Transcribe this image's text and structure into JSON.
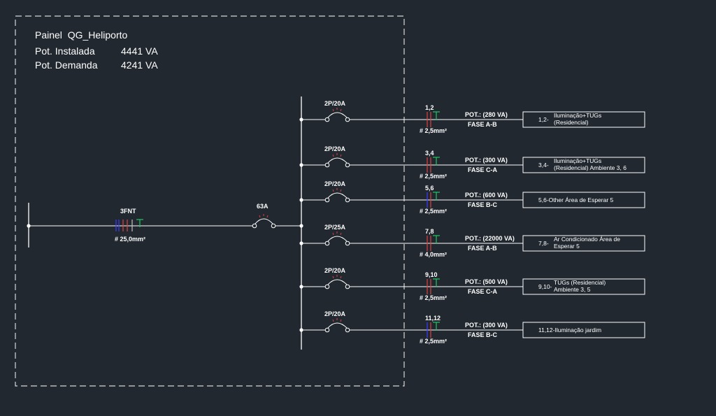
{
  "panel": {
    "name_label": "Painel",
    "name": "QG_Heliporto",
    "installed_label": "Pot. Instalada",
    "installed_value": "4441 VA",
    "demand_label": "Pot. Demanda",
    "demand_value": "4241 VA"
  },
  "feeder": {
    "conductor_label": "3FNT",
    "section": "# 25,0mm²",
    "main_breaker": "63A"
  },
  "colors": {
    "background": "#212830",
    "line": "#ffffff",
    "phase_a": "#3b3bff",
    "phase_b": "#e04040",
    "neutral": "#c0c0c0",
    "ground": "#22c55e"
  },
  "circuits": [
    {
      "breaker": "2P/20A",
      "circuit": "1,2",
      "section": "# 2,5mm²",
      "power": "POT.: (280 VA)",
      "phase": "FASE A-B",
      "desc_num": "1,2-",
      "desc": [
        "Iluminação+TUGs",
        "(Residencial)"
      ]
    },
    {
      "breaker": "2P/20A",
      "circuit": "3,4",
      "section": "# 2,5mm²",
      "power": "POT.: (300 VA)",
      "phase": "FASE C-A",
      "desc_num": "3,4-",
      "desc": [
        "Iluminação+TUGs",
        "(Residencial) Ambiente 3, 6"
      ]
    },
    {
      "breaker": "2P/20A",
      "circuit": "5,6",
      "section": "# 2,5mm²",
      "power": "POT.: (600 VA)",
      "phase": "FASE B-C",
      "desc_num": "5,6-",
      "desc": [
        "Other Área de Esperar 5"
      ]
    },
    {
      "breaker": "2P/25A",
      "circuit": "7,8",
      "section": "# 4,0mm²",
      "power": "POT.: (22000 VA)",
      "phase": "FASE A-B",
      "desc_num": "7,8-",
      "desc": [
        "Ar Condicionado Área de",
        "Esperar 5"
      ]
    },
    {
      "breaker": "2P/20A",
      "circuit": "9,10",
      "section": "# 2,5mm²",
      "power": "POT.: (500 VA)",
      "phase": "FASE C-A",
      "desc_num": "9,10-",
      "desc": [
        "TUGs (Residencial)",
        "Ambiente 3, 5"
      ]
    },
    {
      "breaker": "2P/20A",
      "circuit": "11,12",
      "section": "# 2,5mm²",
      "power": "POT.: (300 VA)",
      "phase": "FASE B-C",
      "desc_num": "11,12-",
      "desc": [
        "Iluminação jardim"
      ]
    }
  ]
}
